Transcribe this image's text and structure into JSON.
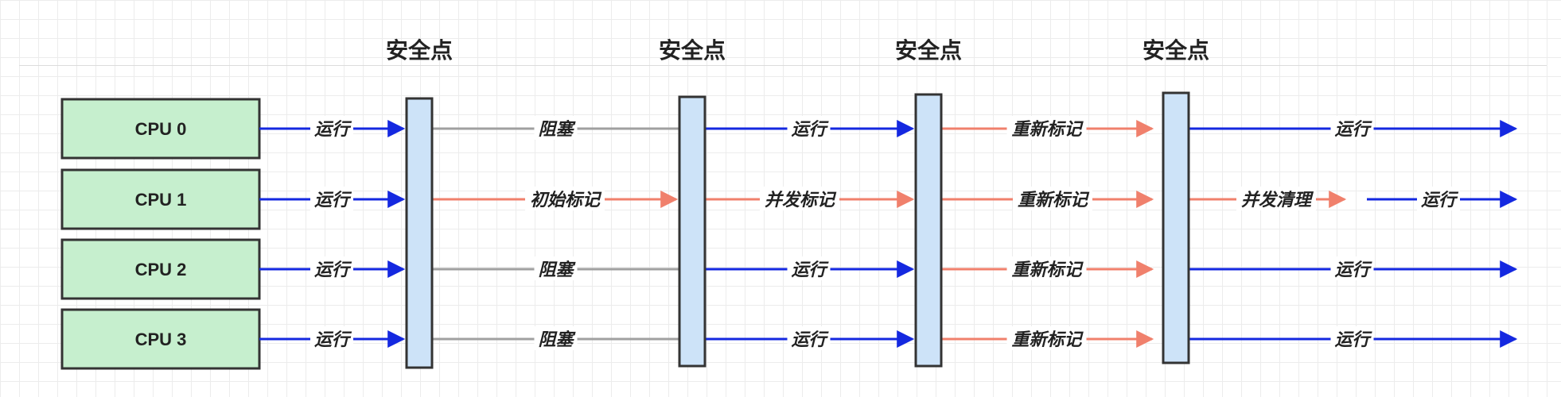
{
  "colors": {
    "cpu_box_fill": "#c6efce",
    "cpu_box_stroke": "#333333",
    "safepoint_fill": "#cde3f8",
    "safepoint_stroke": "#333333",
    "run_arrow": "#1428e0",
    "mark_arrow": "#f0806c",
    "block_line": "#a0a0a0",
    "label_bg": "#ffffff"
  },
  "safepoints": [
    {
      "label": "安全点"
    },
    {
      "label": "安全点"
    },
    {
      "label": "安全点"
    },
    {
      "label": "安全点"
    }
  ],
  "cpus": [
    {
      "label": "CPU 0",
      "segments": [
        {
          "label": "运行",
          "kind": "run"
        },
        {
          "label": "阻塞",
          "kind": "block"
        },
        {
          "label": "运行",
          "kind": "run"
        },
        {
          "label": "重新标记",
          "kind": "mark"
        },
        {
          "label": "运行",
          "kind": "run"
        }
      ]
    },
    {
      "label": "CPU 1",
      "segments": [
        {
          "label": "运行",
          "kind": "run"
        },
        {
          "label": "初始标记",
          "kind": "mark"
        },
        {
          "label": "并发标记",
          "kind": "mark"
        },
        {
          "label": "重新标记",
          "kind": "mark"
        },
        {
          "label": "并发清理",
          "kind": "mark"
        },
        {
          "label": "运行",
          "kind": "run"
        }
      ]
    },
    {
      "label": "CPU 2",
      "segments": [
        {
          "label": "运行",
          "kind": "run"
        },
        {
          "label": "阻塞",
          "kind": "block"
        },
        {
          "label": "运行",
          "kind": "run"
        },
        {
          "label": "重新标记",
          "kind": "mark"
        },
        {
          "label": "运行",
          "kind": "run"
        }
      ]
    },
    {
      "label": "CPU 3",
      "segments": [
        {
          "label": "运行",
          "kind": "run"
        },
        {
          "label": "阻塞",
          "kind": "block"
        },
        {
          "label": "运行",
          "kind": "run"
        },
        {
          "label": "重新标记",
          "kind": "mark"
        },
        {
          "label": "运行",
          "kind": "run"
        }
      ]
    }
  ]
}
